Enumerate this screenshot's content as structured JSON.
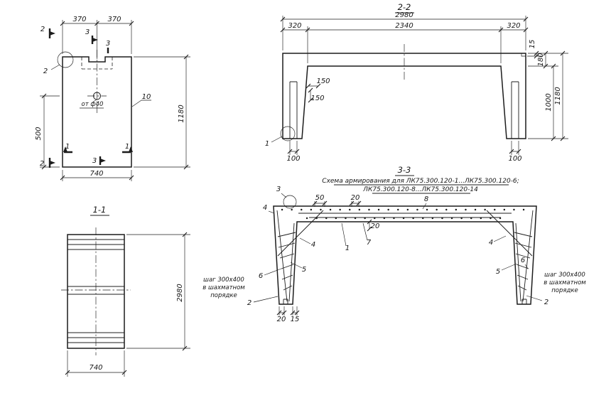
{
  "end_view": {
    "dim_370_left": "370",
    "dim_370_right": "370",
    "dim_500": "500",
    "dim_1180": "1180",
    "dim_740": "740",
    "hole_note": "от ф40",
    "part_label": "10",
    "detail_label": "2",
    "mark_2_top": "2",
    "mark_2_bottom": "2",
    "mark_3_top": "3",
    "mark_3_mid": "3",
    "mark_3_bottom": "3",
    "mark_1_left": "1",
    "mark_1_right": "1"
  },
  "section_2_2": {
    "title": "2-2",
    "dim_2980": "2980",
    "dim_320_left": "320",
    "dim_2340": "2340",
    "dim_320_right": "320",
    "dim_15": "15",
    "dim_180": "180",
    "dim_1000": "1000",
    "dim_1180": "1180",
    "dim_150_a": "150",
    "dim_150_b": "150",
    "dim_100_left": "100",
    "dim_100_right": "100",
    "detail_label": "1"
  },
  "section_3_3": {
    "title": "3-3",
    "subtitle_line1": "Схема армирования для ЛК75.300.120-1...ЛК75.300.120-6;",
    "subtitle_line2": "ЛК75.300.120-8...ЛК75.300.120-14",
    "detail_label": "3",
    "bar_4_top": "4",
    "bar_4_left": "4",
    "bar_4_right": "4",
    "bar_5_left": "5",
    "bar_5_right": "5",
    "bar_6_left": "6",
    "bar_6_right": "6",
    "bar_7": "7",
    "bar_1": "1",
    "bar_8": "8",
    "bar_2_left": "2",
    "bar_2_right": "2",
    "dim_50": "50",
    "dim_20_top": "20",
    "dim_20_mid": "20",
    "dim_20_foot": "20",
    "dim_15_foot": "15",
    "note_left_line1": "шаг 300х400",
    "note_left_line2": "в шахматном",
    "note_left_line3": "порядке",
    "note_right_line1": "шаг 300х400",
    "note_right_line2": "в шахматном",
    "note_right_line3": "порядке"
  },
  "section_1_1": {
    "title": "1-1",
    "dim_2980": "2980",
    "dim_740": "740"
  }
}
